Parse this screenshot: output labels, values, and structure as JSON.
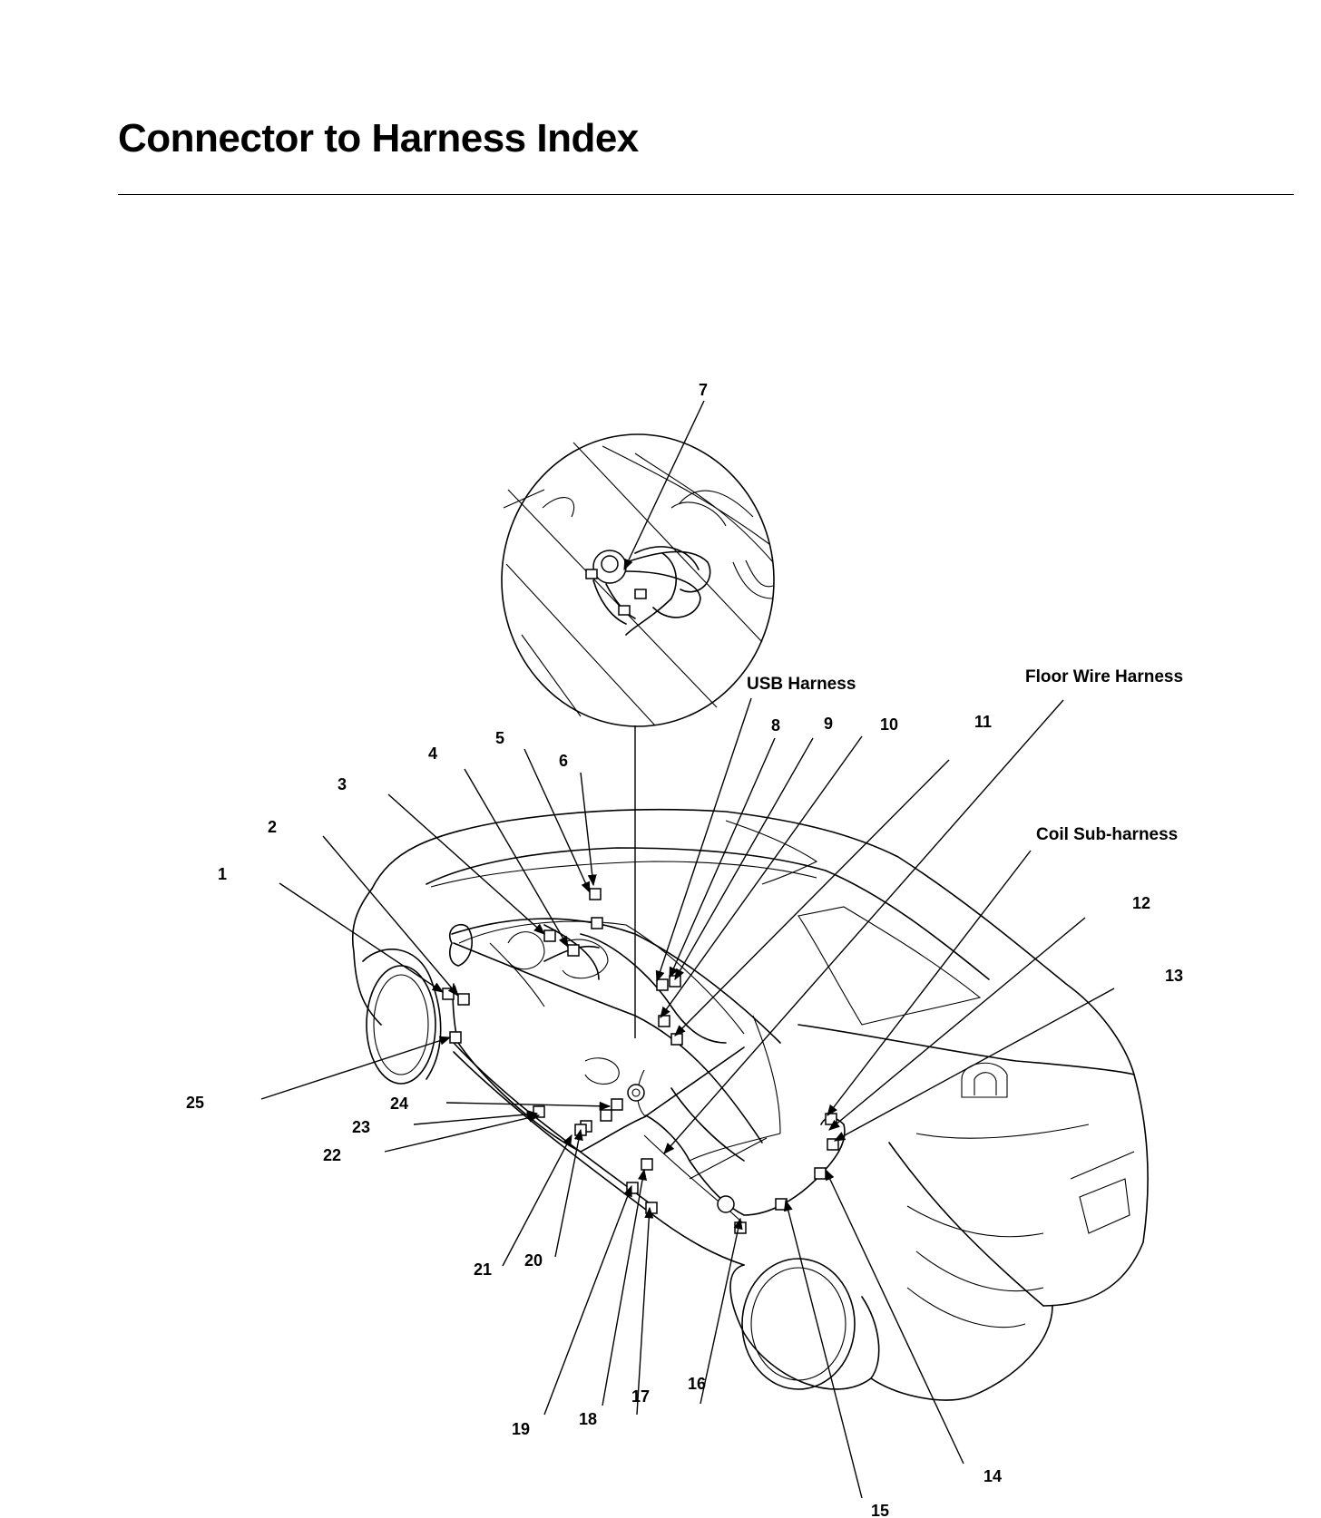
{
  "page": {
    "title": "Connector to Harness Index"
  },
  "harness_labels": {
    "usb": "USB Harness",
    "floor": "Floor Wire Harness",
    "coil": "Coil Sub-harness"
  },
  "callouts": [
    "1",
    "2",
    "3",
    "4",
    "5",
    "6",
    "7",
    "8",
    "9",
    "10",
    "11",
    "12",
    "13",
    "14",
    "15",
    "16",
    "17",
    "18",
    "19",
    "20",
    "21",
    "22",
    "23",
    "24",
    "25"
  ],
  "colors": {
    "ink": "#000000",
    "paper": "#ffffff"
  }
}
